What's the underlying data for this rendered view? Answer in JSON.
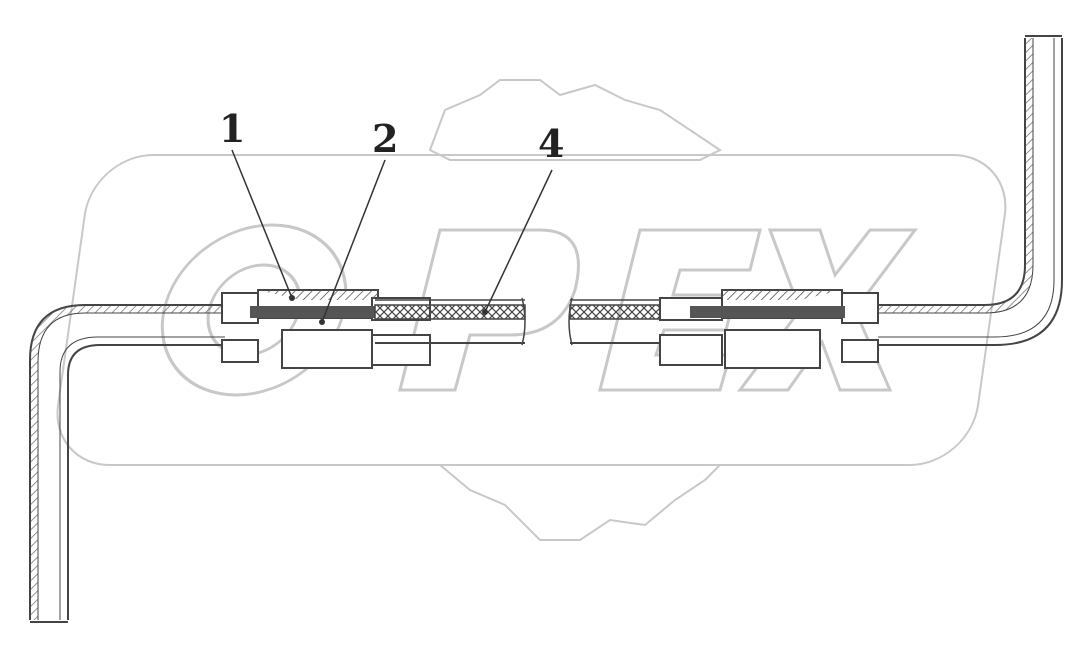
{
  "diagram": {
    "callouts": [
      {
        "id": "1",
        "label": "1"
      },
      {
        "id": "2",
        "label": "2"
      },
      {
        "id": "4",
        "label": "4"
      }
    ],
    "watermark": {
      "text": "OPEX",
      "color": "#c8c8c8"
    },
    "colors": {
      "line": "#444444",
      "hatch": "#555555",
      "watermark": "#c8c8c8"
    }
  }
}
